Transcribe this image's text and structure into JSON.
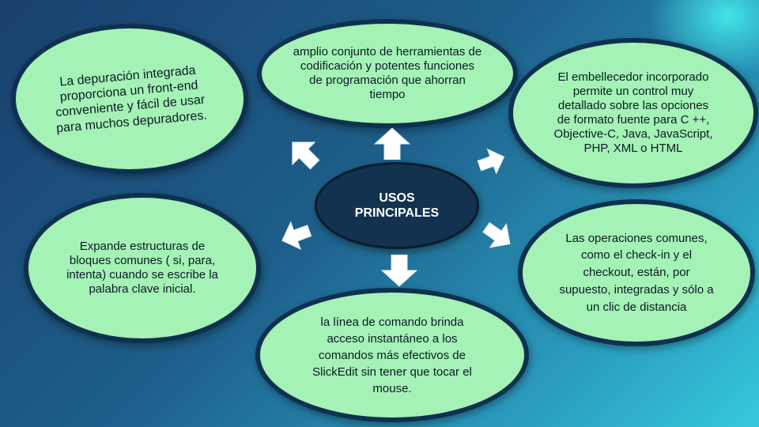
{
  "diagram": {
    "center_label": "USOS PRINCIPALES",
    "nodes": {
      "top_left": "La depuración integrada proporciona un front-end conveniente y fácil de usar para muchos depuradores.",
      "top": "amplio conjunto de herramientas de codificación y potentes funciones de programación que ahorran tiempo",
      "top_right": "El embellecedor incorporado permite un control muy detallado sobre las opciones de formato fuente para C ++, Objective-C, Java, JavaScript, PHP, XML o HTML",
      "middle_left": "Expande estructuras de bloques comunes ( si, para, intenta) cuando se escribe la palabra clave inicial.",
      "middle_right": "Las operaciones comunes, como el check-in y el checkout, están, por supuesto, integradas y sólo a un clic de distancia",
      "bottom": "la línea de comando brinda acceso instantáneo a los comandos más efectivos de SlickEdit sin tener que tocar el mouse."
    },
    "colors": {
      "node_fill": "#a4f2b5",
      "node_border": "#0f3150",
      "center_fill": "#12324f",
      "arrow_fill": "#ffffff"
    }
  }
}
